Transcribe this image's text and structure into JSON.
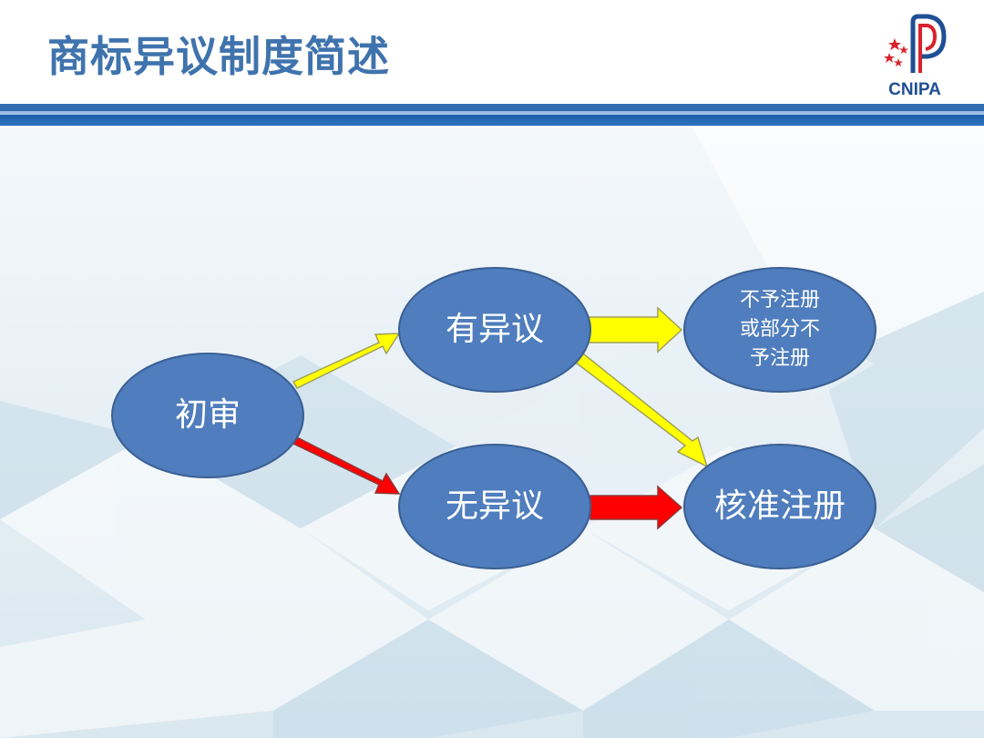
{
  "slide": {
    "title": "商标异议制度简述",
    "logo_text": "CNIPA"
  },
  "nodes": {
    "initial": "初审",
    "has_opposition": "有异议",
    "no_opposition": "无异议",
    "refuse": "不予注册\n或部分不\n予注册",
    "approve": "核准注册"
  },
  "colors": {
    "title": "#3f73ad",
    "node_fill": "#4f7dbd",
    "node_stroke": "#3a5f93",
    "arrow_yellow": "#ffff00",
    "arrow_red": "#ff0000",
    "band": "#2f6db1"
  }
}
